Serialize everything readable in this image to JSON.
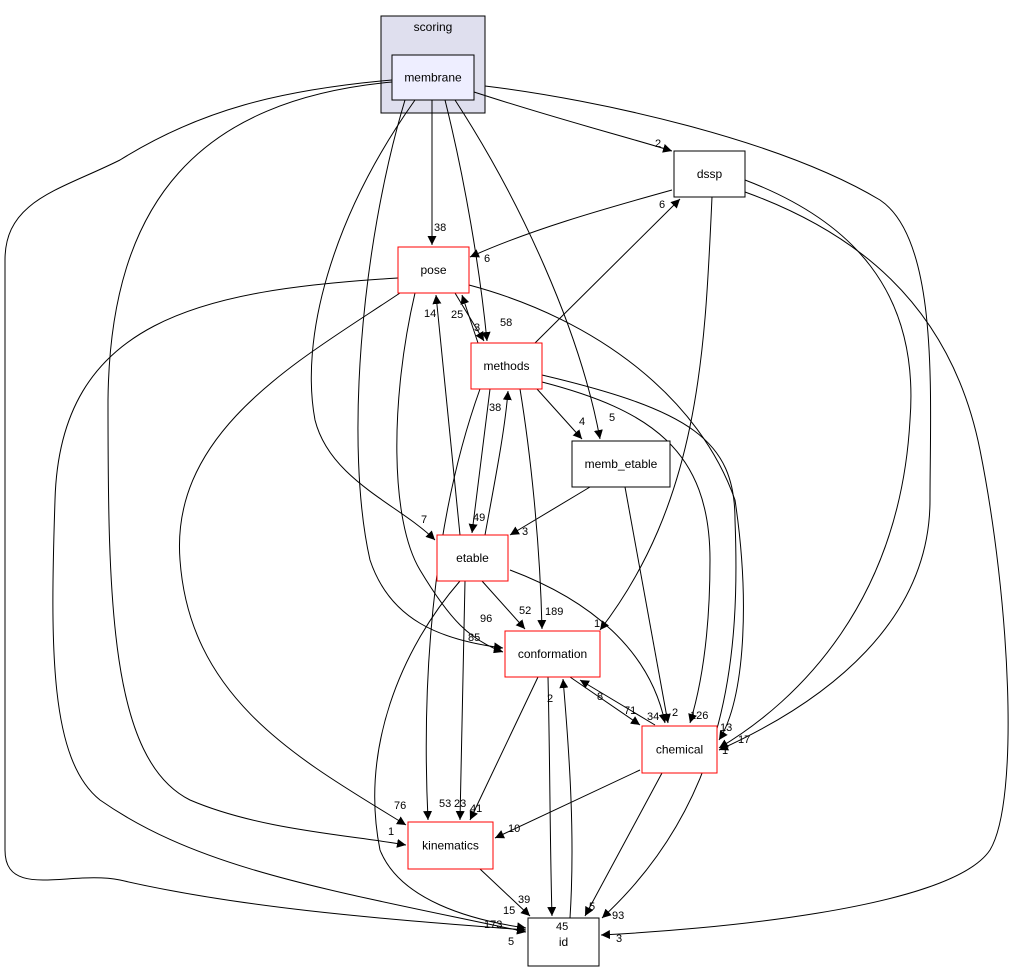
{
  "cluster": {
    "label": "scoring",
    "fill": "#dfdfee"
  },
  "nodes": {
    "membrane": {
      "label": "membrane",
      "fill": "#eeeeff",
      "border": "#000000"
    },
    "dssp": {
      "label": "dssp",
      "border": "#000000"
    },
    "pose": {
      "label": "pose",
      "border": "#ff0000"
    },
    "methods": {
      "label": "methods",
      "border": "#ff0000"
    },
    "memb_etable": {
      "label": "memb_etable",
      "border": "#000000"
    },
    "etable": {
      "label": "etable",
      "border": "#ff0000"
    },
    "conformation": {
      "label": "conformation",
      "border": "#ff0000"
    },
    "chemical": {
      "label": "chemical",
      "border": "#ff0000"
    },
    "kinematics": {
      "label": "kinematics",
      "border": "#ff0000"
    },
    "id": {
      "label": "id",
      "border": "#000000"
    }
  },
  "edges": [
    {
      "from": "membrane",
      "to": "dssp",
      "label": "2"
    },
    {
      "from": "membrane",
      "to": "pose",
      "label": "38"
    },
    {
      "from": "membrane",
      "to": "methods",
      "label": "58"
    },
    {
      "from": "membrane",
      "to": "memb_etable",
      "label": "5"
    },
    {
      "from": "membrane",
      "to": "etable",
      "label": "7"
    },
    {
      "from": "membrane",
      "to": "conformation",
      "label": "96"
    },
    {
      "from": "membrane",
      "to": "chemical",
      "label": "1"
    },
    {
      "from": "membrane",
      "to": "kinematics",
      "label": "1"
    },
    {
      "from": "membrane",
      "to": "id",
      "label": "15"
    },
    {
      "from": "dssp",
      "to": "pose",
      "label": "6"
    },
    {
      "from": "dssp",
      "to": "conformation",
      "label": "1"
    },
    {
      "from": "dssp",
      "to": "chemical",
      "label": "13"
    },
    {
      "from": "dssp",
      "to": "id",
      "label": "3"
    },
    {
      "from": "pose",
      "to": "methods",
      "label": "3"
    },
    {
      "from": "pose",
      "to": "kinematics",
      "label": "76"
    },
    {
      "from": "pose",
      "to": "conformation",
      "label": "85"
    },
    {
      "from": "pose",
      "to": "chemical",
      "label": "17"
    },
    {
      "from": "pose",
      "to": "id",
      "label": "5"
    },
    {
      "from": "methods",
      "to": "pose",
      "label": "25"
    },
    {
      "from": "methods",
      "to": "dssp",
      "label": "6"
    },
    {
      "from": "methods",
      "to": "memb_etable",
      "label": "4"
    },
    {
      "from": "methods",
      "to": "etable",
      "label": "49"
    },
    {
      "from": "methods",
      "to": "conformation",
      "label": "189"
    },
    {
      "from": "methods",
      "to": "chemical",
      "label": "126"
    },
    {
      "from": "methods",
      "to": "kinematics",
      "label": "53"
    },
    {
      "from": "methods",
      "to": "id",
      "label": "93"
    },
    {
      "from": "etable",
      "to": "pose",
      "label": "14"
    },
    {
      "from": "etable",
      "to": "methods",
      "label": "38"
    },
    {
      "from": "etable",
      "to": "conformation",
      "label": "52"
    },
    {
      "from": "etable",
      "to": "kinematics",
      "label": "23"
    },
    {
      "from": "etable",
      "to": "chemical",
      "label": "34"
    },
    {
      "from": "etable",
      "to": "id",
      "label": "173"
    },
    {
      "from": "memb_etable",
      "to": "etable",
      "label": "3"
    },
    {
      "from": "memb_etable",
      "to": "chemical",
      "label": "2"
    },
    {
      "from": "conformation",
      "to": "kinematics",
      "label": "41"
    },
    {
      "from": "conformation",
      "to": "chemical",
      "label": "71"
    },
    {
      "from": "conformation",
      "to": "id",
      "label": "45"
    },
    {
      "from": "chemical",
      "to": "conformation",
      "label": "8"
    },
    {
      "from": "chemical",
      "to": "kinematics",
      "label": "10"
    },
    {
      "from": "chemical",
      "to": "id",
      "label": "5"
    },
    {
      "from": "kinematics",
      "to": "id",
      "label": "39"
    },
    {
      "from": "id",
      "to": "conformation",
      "label": "2"
    }
  ]
}
